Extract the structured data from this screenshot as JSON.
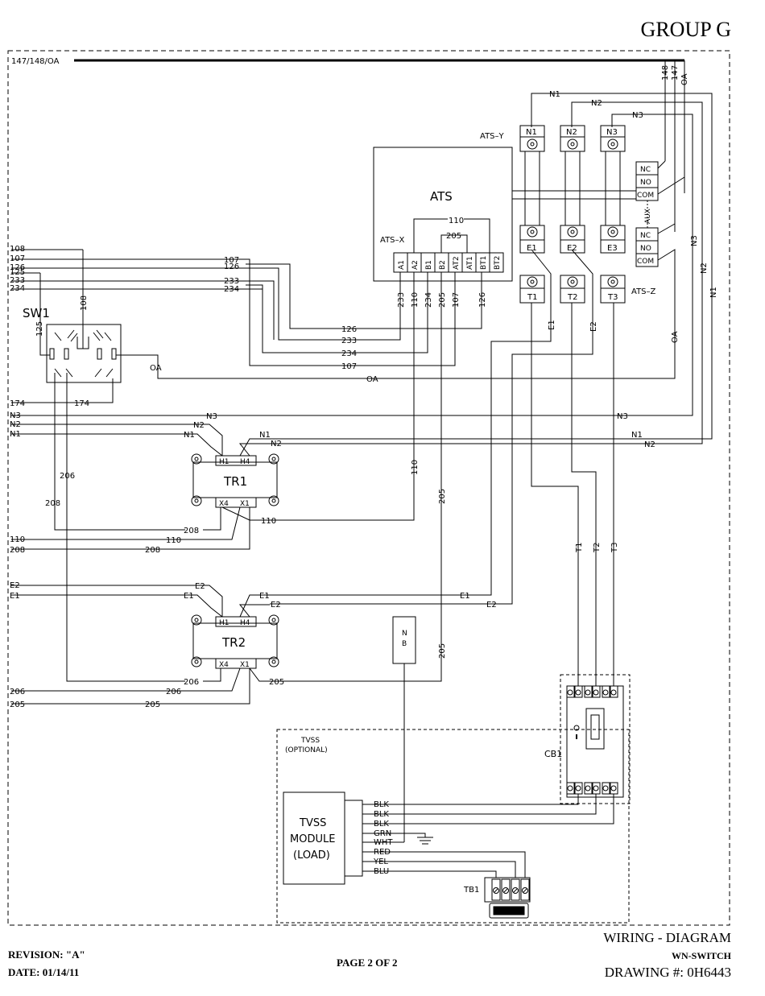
{
  "header": {
    "group": "GROUP G"
  },
  "footer": {
    "revision": "REVISION: \"A\"",
    "date": "DATE: 01/14/11",
    "page": "PAGE 2 OF 2",
    "title": "WIRING - DIAGRAM",
    "subtitle": "WN-SWITCH",
    "drawing": "DRAWING #: 0H6443"
  },
  "bus_label": "147/148/OA",
  "ats": {
    "title": "ATS",
    "x_label": "ATS–X",
    "y_label": "ATS–Y",
    "z_label": "ATS–Z",
    "x_terminals": [
      "A1",
      "A2",
      "B1",
      "B2",
      "AT2",
      "AT1",
      "BT1",
      "BT2"
    ],
    "x_wires": [
      "233",
      "110",
      "234",
      "205",
      "107",
      "126"
    ],
    "jumper_110": "110",
    "jumper_205": "205",
    "n_terminals": [
      "N1",
      "N2",
      "N3"
    ],
    "e_terminals": [
      "E1",
      "E2",
      "E3"
    ],
    "t_terminals": [
      "T1",
      "T2",
      "T3"
    ],
    "aux_label": "AUX",
    "aux_top": [
      "NC",
      "NO",
      "COM"
    ],
    "aux_bottom": [
      "NC",
      "NO",
      "COM"
    ]
  },
  "top_wires": {
    "w148": "148",
    "w147": "147",
    "wOA": "OA"
  },
  "right_wires": {
    "n1": "N1",
    "n2": "N2",
    "n3": "N3",
    "oa": "OA"
  },
  "left_terminals": {
    "sw1_group": [
      "108",
      "107",
      "126",
      "125",
      "233",
      "234"
    ],
    "t174": "174",
    "n_group": [
      "N3",
      "N2",
      "N1"
    ],
    "tr1_out": [
      "110",
      "208"
    ],
    "e_group": [
      "E2",
      "E1"
    ],
    "tr2_out": [
      "206",
      "205"
    ]
  },
  "sw1": {
    "label": "SW1",
    "w108": "108",
    "w125": "125",
    "w174": "174",
    "wOA": "OA"
  },
  "mid_labels": {
    "w107": "107",
    "w126": "126",
    "w233": "233",
    "w234": "234",
    "wOA": "OA",
    "w206": "206",
    "w208": "208",
    "w110": "110",
    "w205": "205",
    "e1": "E1",
    "e2": "E2"
  },
  "tr1": {
    "label": "TR1",
    "h1": "H1",
    "h4": "H4",
    "x4": "X4",
    "x1": "X1",
    "n1": "N1",
    "n2": "N2",
    "n3": "N3",
    "w208": "208",
    "w110": "110"
  },
  "tr2": {
    "label": "TR2",
    "h1": "H1",
    "h4": "H4",
    "x4": "X4",
    "x1": "X1",
    "e1": "E1",
    "e2": "E2",
    "w206": "206",
    "w205": "205"
  },
  "nb": {
    "line1": "N",
    "line2": "B"
  },
  "cb1": {
    "label": "CB1",
    "t1": "T1",
    "t2": "T2",
    "t3": "T3"
  },
  "tvss": {
    "title": "TVSS",
    "optional": "(OPTIONAL)",
    "module_lines": [
      "TVSS",
      "MODULE",
      "(LOAD)"
    ],
    "leads": [
      "BLK",
      "BLK",
      "BLK",
      "GRN",
      "WHT",
      "RED",
      "YEL",
      "BLU"
    ]
  },
  "tb1": {
    "label": "TB1"
  }
}
